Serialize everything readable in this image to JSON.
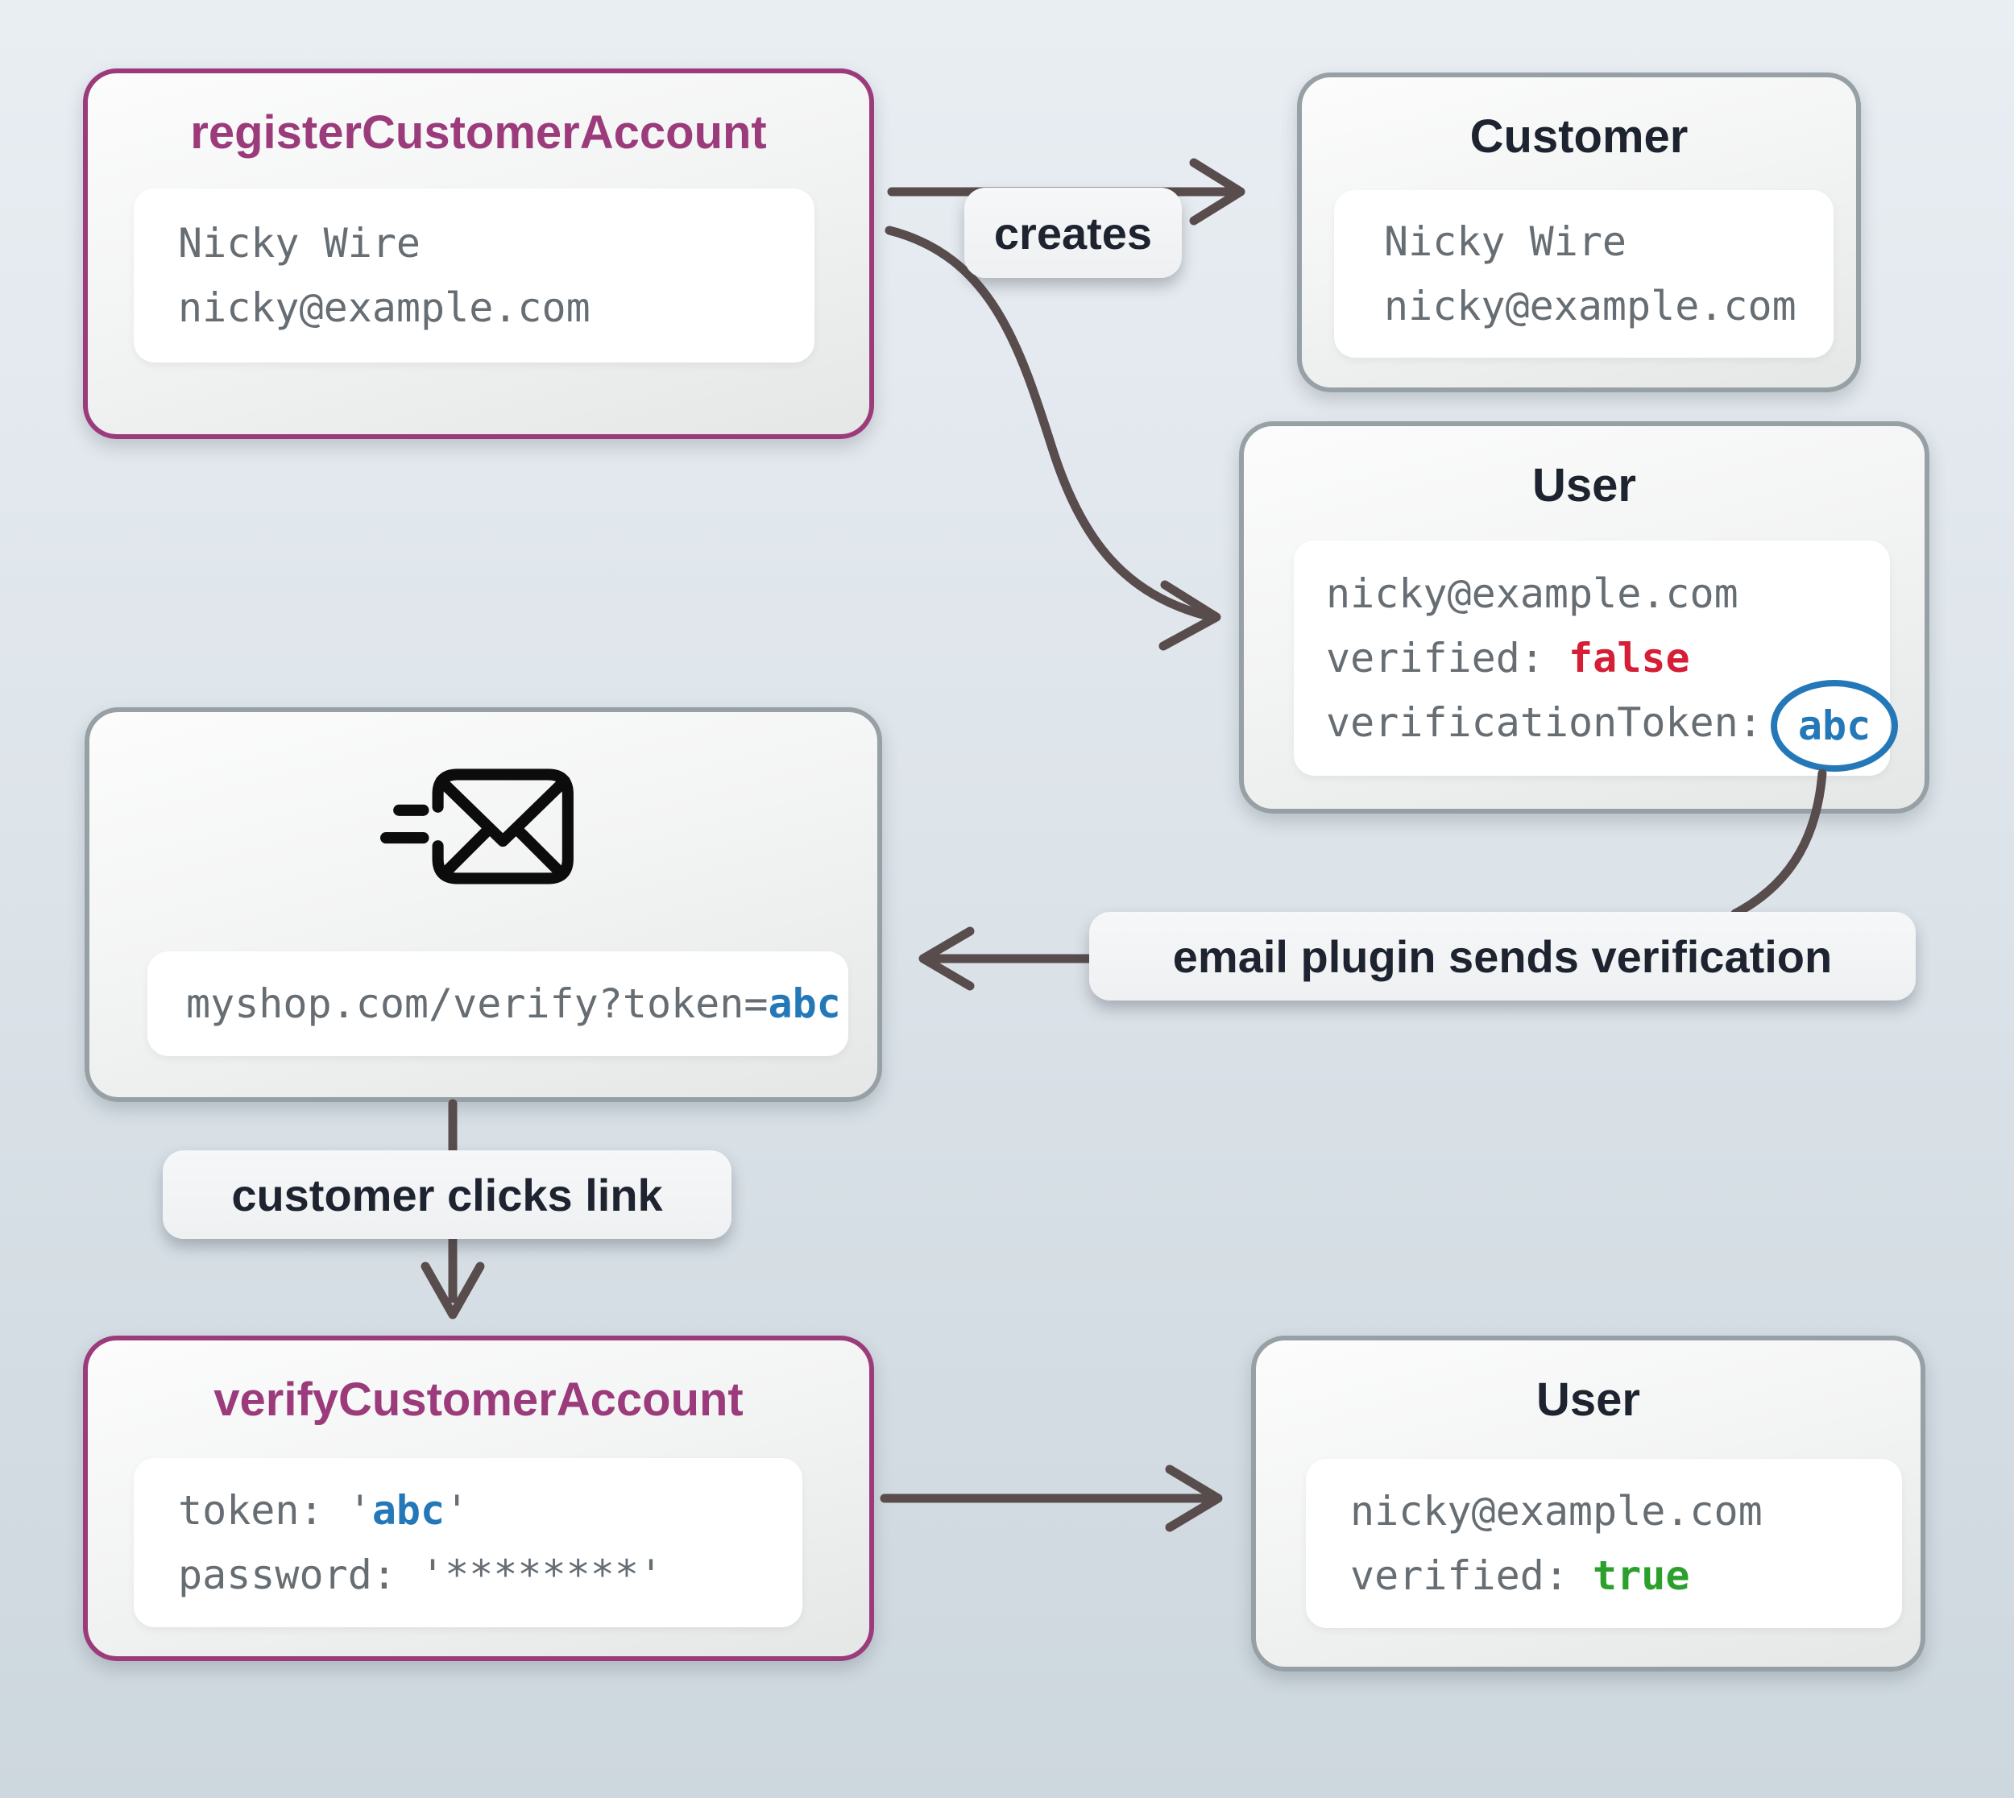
{
  "palette": {
    "background_top": "#e9eef3",
    "background_bottom": "#cdd7de",
    "purple": "#9c3b7c",
    "dark_text": "#1d2430",
    "code_gray": "#666d73",
    "false_red": "#d61f36",
    "true_green": "#2ca02c",
    "token_blue": "#2478b8",
    "arrow": "#584c4c"
  },
  "nodes": {
    "register": {
      "title": "registerCustomerAccount",
      "lines": [
        [
          {
            "text": "Nicky Wire"
          }
        ],
        [
          {
            "text": "nicky@example.com"
          }
        ]
      ]
    },
    "customer": {
      "title": "Customer",
      "lines": [
        [
          {
            "text": "Nicky Wire"
          }
        ],
        [
          {
            "text": "nicky@example.com"
          }
        ]
      ]
    },
    "user_unverified": {
      "title": "User",
      "lines": [
        [
          {
            "text": "nicky@example.com"
          }
        ],
        [
          {
            "text": "verified: "
          },
          {
            "text": "false",
            "color": "red"
          }
        ],
        [
          {
            "text": "verificationToken:"
          },
          {
            "text": "abc",
            "color": "blue",
            "circled": true
          }
        ]
      ]
    },
    "email": {
      "icon": "envelope-send-icon",
      "lines": [
        [
          {
            "text": "myshop.com/verify?token="
          },
          {
            "text": "abc",
            "color": "blue"
          }
        ]
      ]
    },
    "verify": {
      "title": "verifyCustomerAccount",
      "lines": [
        [
          {
            "text": "token: '"
          },
          {
            "text": "abc",
            "color": "blue"
          },
          {
            "text": "'"
          }
        ],
        [
          {
            "text": "password: '********'"
          }
        ]
      ]
    },
    "user_verified": {
      "title": "User",
      "lines": [
        [
          {
            "text": "nicky@example.com"
          }
        ],
        [
          {
            "text": "verified: "
          },
          {
            "text": "true",
            "color": "green"
          }
        ]
      ]
    }
  },
  "edges": {
    "creates_label": "creates",
    "email_plugin_label": "email plugin sends verification",
    "customer_clicks_label": "customer clicks link"
  }
}
